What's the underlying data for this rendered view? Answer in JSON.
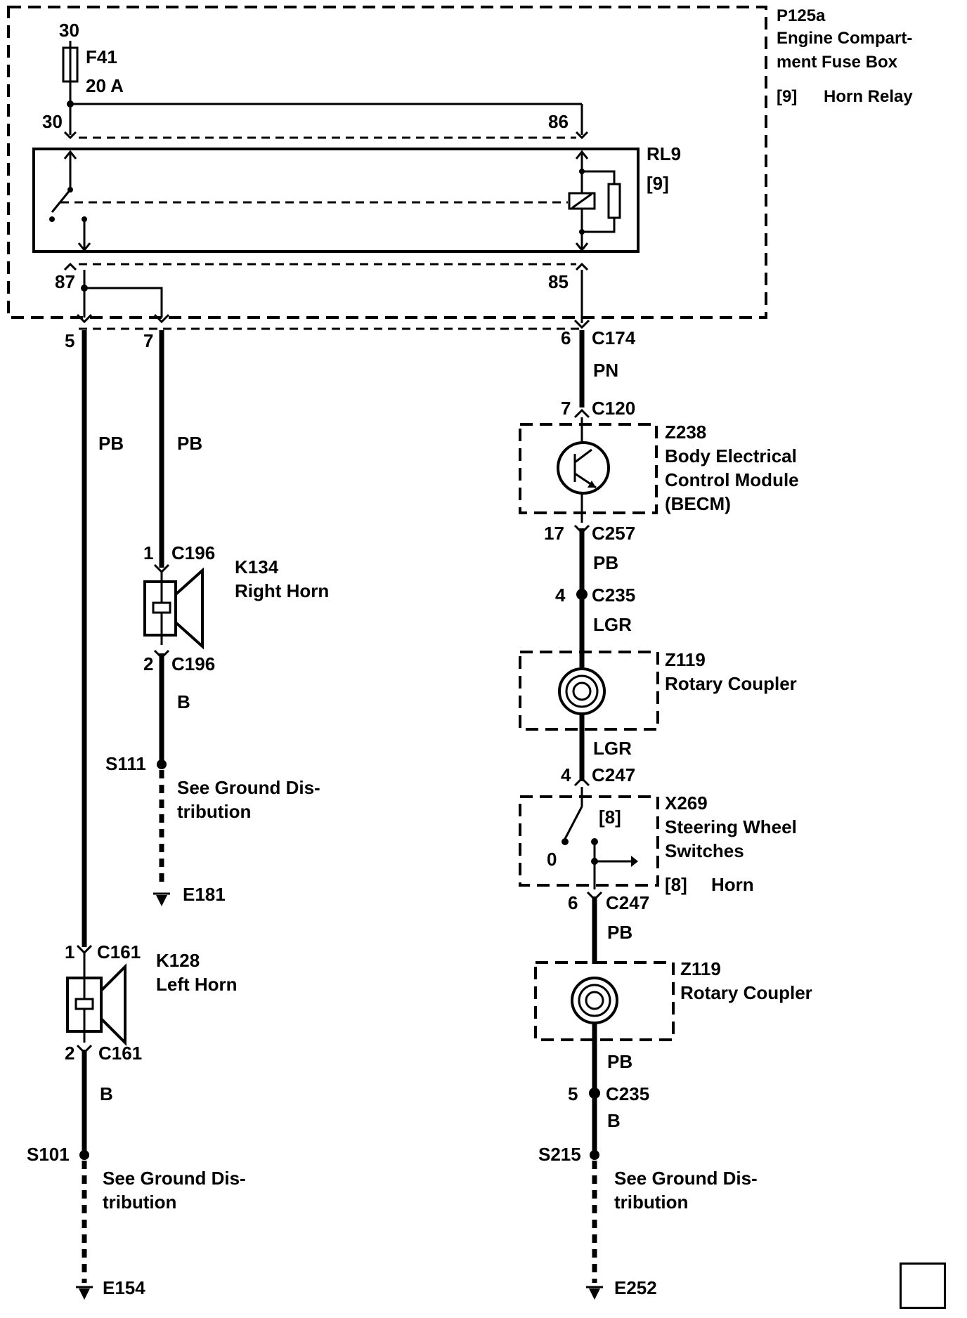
{
  "fuse_box": {
    "id": "P125a",
    "name_line1": "Engine Compart-",
    "name_line2": "ment Fuse Box",
    "relay_ref": "[9]",
    "relay_name": "Horn Relay"
  },
  "fuse": {
    "id": "F41",
    "rating": "20 A",
    "terminal_top": "30",
    "terminal_bottom": "30"
  },
  "relay": {
    "id": "RL9",
    "ref": "[9]",
    "pin_86": "86",
    "pin_87": "87",
    "pin_85": "85"
  },
  "left_harness": {
    "pin_5": "5",
    "pin_7": "7",
    "color_pb_a": "PB",
    "color_pb_b": "PB"
  },
  "right_horn": {
    "id": "K134",
    "name": "Right Horn",
    "pin1": "1",
    "conn1": "C196",
    "pin2": "2",
    "conn2": "C196",
    "ground_color": "B",
    "splice": "S111",
    "note_line1": "See Ground Dis-",
    "note_line2": "tribution",
    "ground": "E181"
  },
  "left_horn": {
    "id": "K128",
    "name": "Left Horn",
    "pin1": "1",
    "conn1": "C161",
    "pin2": "2",
    "conn2": "C161",
    "ground_color": "B",
    "splice": "S101",
    "note_line1": "See Ground Dis-",
    "note_line2": "tribution",
    "ground": "E154"
  },
  "right_chain": {
    "c174_pin": "6",
    "c174": "C174",
    "pn": "PN",
    "c120_pin": "7",
    "c120": "C120",
    "becm_id": "Z238",
    "becm_line1": "Body Electrical",
    "becm_line2": "Control Module",
    "becm_line3": "(BECM)",
    "c257_pin": "17",
    "c257": "C257",
    "pb1": "PB",
    "c235a_pin": "4",
    "c235a": "C235",
    "lgr1": "LGR",
    "rc1_id": "Z119",
    "rc1_name": "Rotary Coupler",
    "lgr2": "LGR",
    "c247a_pin": "4",
    "c247a": "C247",
    "sw_id": "X269",
    "sw_line1": "Steering Wheel",
    "sw_line2": "Switches",
    "sw_ref": "[8]",
    "sw_zero": "0",
    "sw_ref2": "[8]",
    "sw_horn": "Horn",
    "c247b_pin": "6",
    "c247b": "C247",
    "pb2": "PB",
    "rc2_id": "Z119",
    "rc2_name": "Rotary Coupler",
    "pb3": "PB",
    "c235b_pin": "5",
    "c235b": "C235",
    "b": "B",
    "splice": "S215",
    "note_line1": "See Ground Dis-",
    "note_line2": "tribution",
    "ground": "E252"
  }
}
